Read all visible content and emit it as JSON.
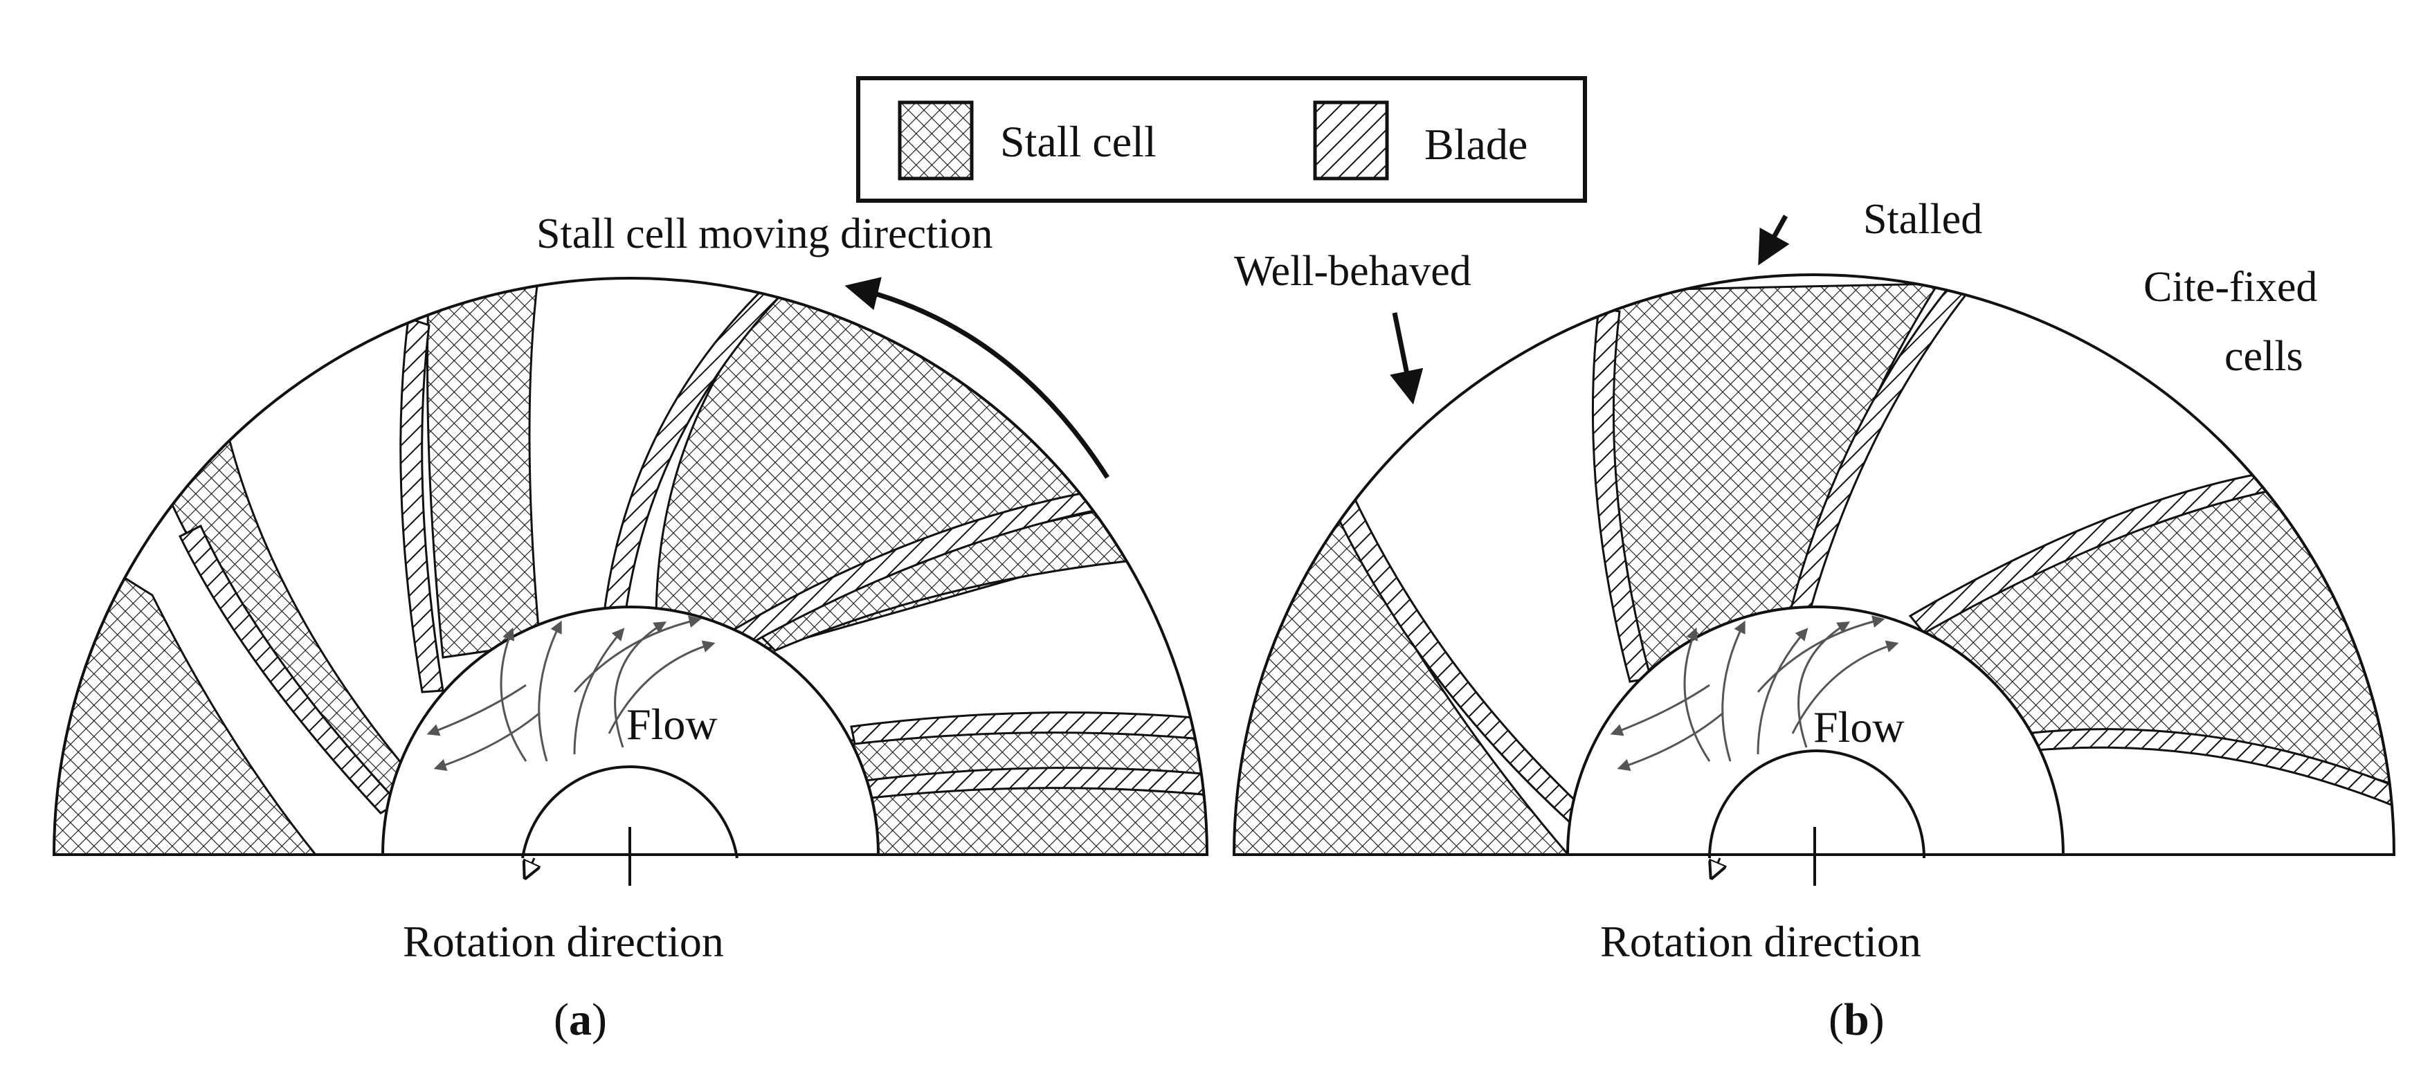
{
  "legend": {
    "items": [
      {
        "label": "Stall cell",
        "pattern": "crosshatch"
      },
      {
        "label": "Blade",
        "pattern": "diagonal-hatch"
      }
    ]
  },
  "panel_a": {
    "tag_open": "(",
    "tag_letter": "a",
    "tag_close": ")",
    "moving_direction_label": "Stall cell moving direction",
    "flow_label": "Flow",
    "rotation_label": "Rotation direction"
  },
  "panel_b": {
    "tag_open": "(",
    "tag_letter": "b",
    "tag_close": ")",
    "stalled_label": "Stalled",
    "well_behaved_label": "Well-behaved",
    "cite_fixed_line1": "Cite-fixed",
    "cite_fixed_line2": "cells",
    "flow_label": "Flow",
    "rotation_label": "Rotation direction"
  },
  "colors": {
    "ink": "#111111",
    "arrow_gray": "#555555",
    "background": "#ffffff"
  }
}
